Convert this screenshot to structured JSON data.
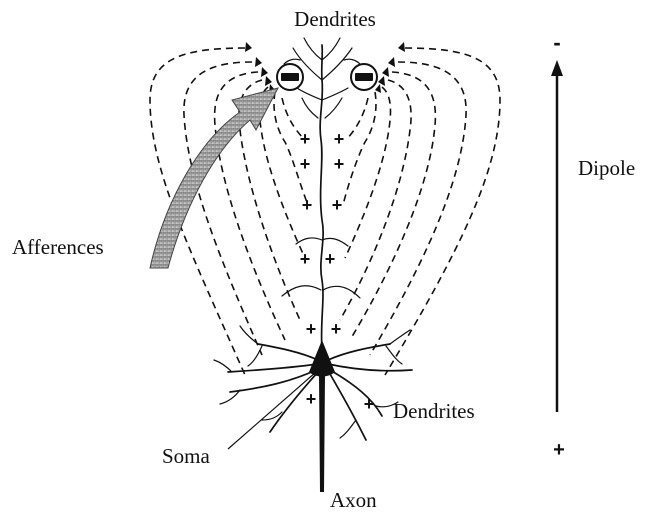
{
  "labels": {
    "dendrites_top": "Dendrites",
    "dendrites_bottom": "Dendrites",
    "afferences": "Afferences",
    "dipole": "Dipole",
    "soma": "Soma",
    "axon": "Axon"
  },
  "signs": {
    "plus": "+",
    "minus": "-"
  }
}
